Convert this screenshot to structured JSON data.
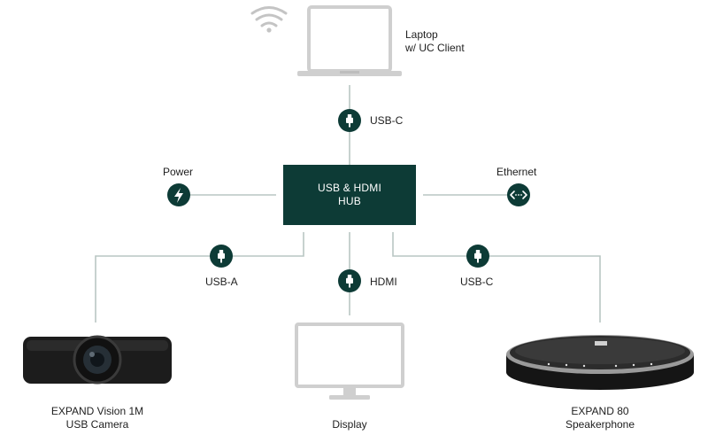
{
  "hub": {
    "line1": "USB & HDMI",
    "line2": "HUB"
  },
  "laptop": {
    "line1": "Laptop",
    "line2": "w/ UC Client"
  },
  "connections": {
    "top": "USB-C",
    "power": "Power",
    "ethernet": "Ethernet",
    "camera": "USB-A",
    "display": "HDMI",
    "speaker": "USB-C"
  },
  "devices": {
    "camera": {
      "line1": "EXPAND Vision 1M",
      "line2": "USB Camera"
    },
    "display": {
      "line1": "Display"
    },
    "speaker": {
      "line1": "EXPAND 80",
      "line2": "Speakerphone"
    }
  },
  "icons": {
    "wifi": "wifi-icon",
    "usb": "usb-plug-icon",
    "power": "lightning-icon",
    "ethernet": "ethernet-arrows-icon"
  },
  "colors": {
    "hub": "#0d3b36",
    "line": "#b9c6c3",
    "device": "#cfcfcf"
  }
}
